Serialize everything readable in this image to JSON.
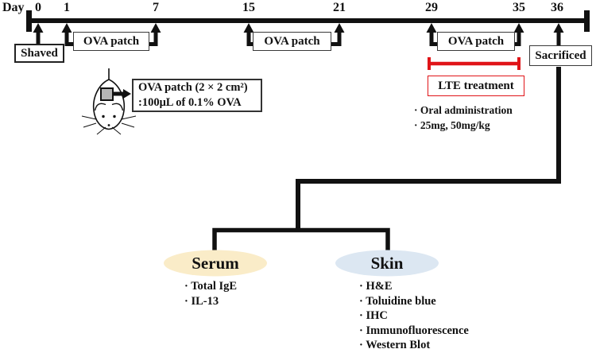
{
  "timeline": {
    "axis_label": "Day",
    "days": [
      "0",
      "1",
      "7",
      "15",
      "21",
      "29",
      "35",
      "36"
    ],
    "shaved_label": "Shaved",
    "ova_patch_label": "OVA patch",
    "sacrificed_label": "Sacrificed"
  },
  "patch_info": {
    "line1": "OVA patch (2 × 2 cm²)",
    "line2": ":100μL of 0.1% OVA",
    "icon": "mouse-top-view"
  },
  "treatment": {
    "label": "LTE treatment",
    "bullets": [
      "· Oral administration",
      "· 25mg, 50mg/kg"
    ],
    "accent_color": "#e01418"
  },
  "analysis": {
    "serum": {
      "label": "Serum",
      "fill_color": "#faecc8",
      "items": [
        "· Total IgE",
        "· IL-13"
      ]
    },
    "skin": {
      "label": "Skin",
      "fill_color": "#dce7f2",
      "items": [
        "· H&E",
        "· Toluidine blue",
        "· IHC",
        "· Immunofluorescence",
        "· Western Blot"
      ]
    }
  }
}
